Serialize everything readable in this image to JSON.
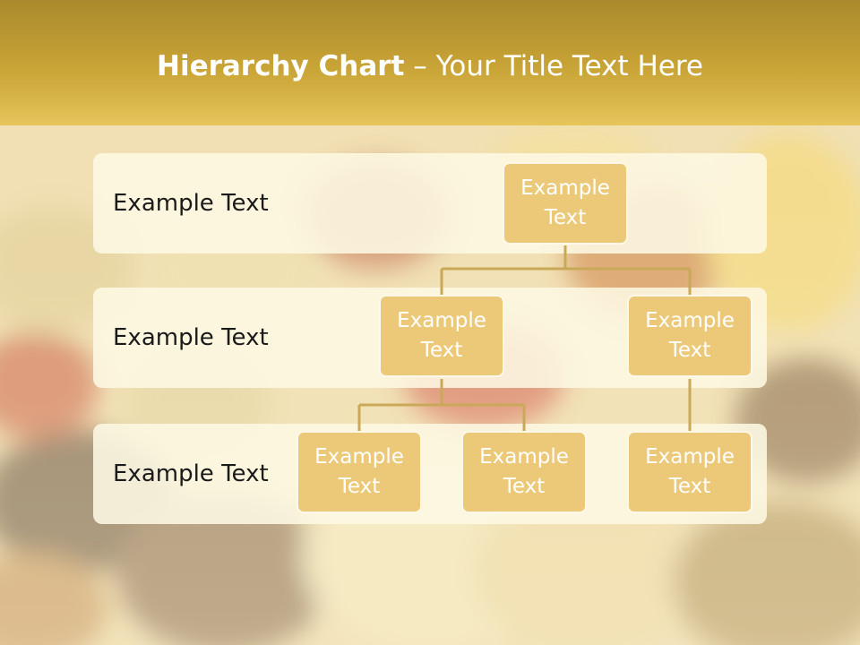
{
  "header": {
    "title_bold": "Hierarchy Chart",
    "title_sep": " – ",
    "title_rest": "Your Title Text Here"
  },
  "rows": [
    {
      "label": "Example Text"
    },
    {
      "label": "Example Text"
    },
    {
      "label": "Example Text"
    }
  ],
  "nodes": {
    "root": "Example Text",
    "level2": [
      "Example Text",
      "Example Text"
    ],
    "level3": [
      "Example Text",
      "Example Text",
      "Example Text"
    ]
  },
  "colors": {
    "header_top": "#a98a2c",
    "header_bottom": "#e6c55a",
    "band": "#fdf8e4",
    "node_fill": "#ecc978",
    "connector": "#c9a957"
  }
}
